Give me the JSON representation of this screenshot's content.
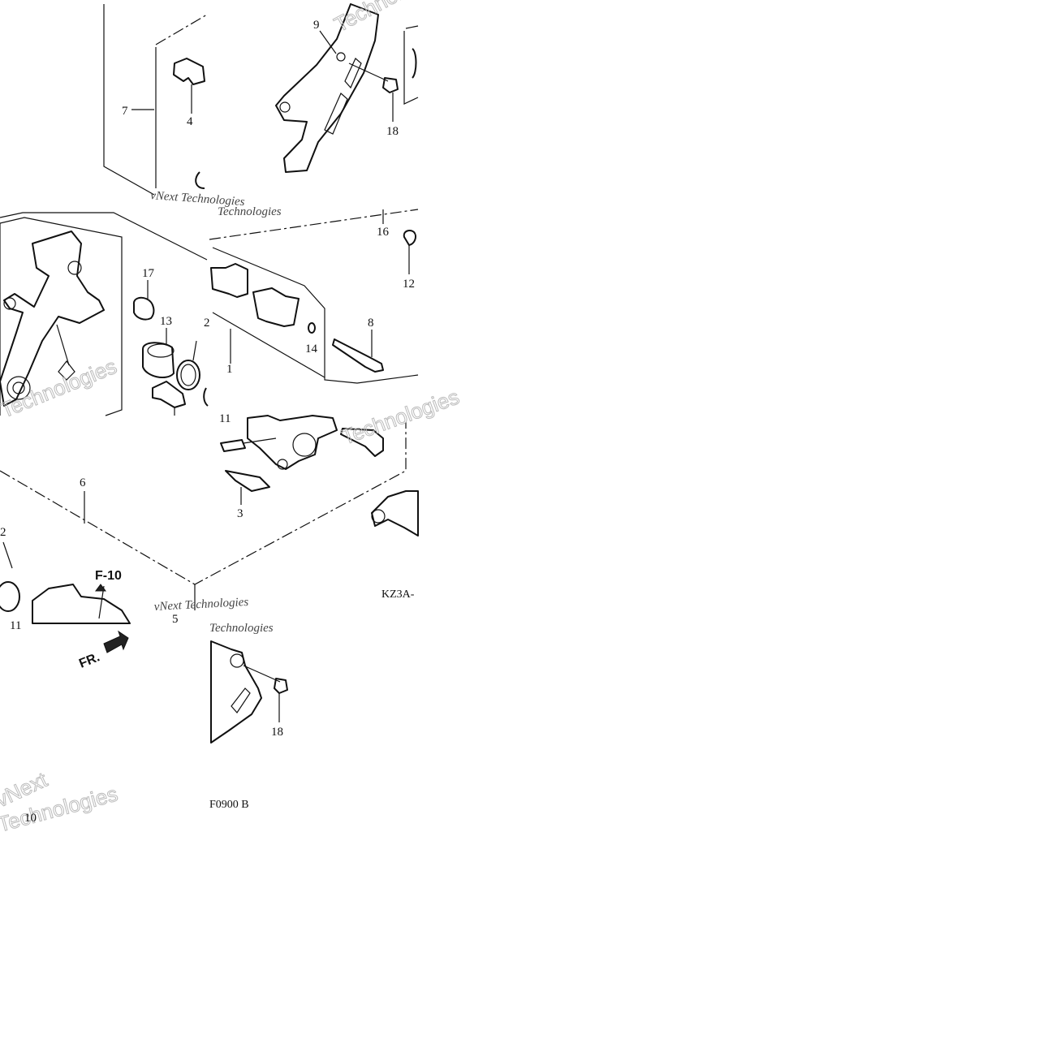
{
  "callouts": {
    "c9": "9",
    "c18a": "18",
    "c7": "7",
    "c4": "4",
    "c16": "16",
    "c12": "12",
    "c17": "17",
    "c13": "13",
    "c2a": "2",
    "c14": "14",
    "c1": "1",
    "c8": "8",
    "c11a": "11",
    "c3": "3",
    "c6": "6",
    "c2b": "2",
    "c11b": "11",
    "c5": "5",
    "c18b": "18",
    "c10": "10"
  },
  "labels": {
    "ref_f10": "F-10",
    "fr_arrow": "FR.",
    "code_kz3a": "KZ3A-",
    "code_f0900": "F0900 B"
  },
  "watermark": {
    "line_a": "vNext Technologies",
    "line_b": "Technologies",
    "line_c": "vNext",
    "line_d": "Technologies"
  }
}
